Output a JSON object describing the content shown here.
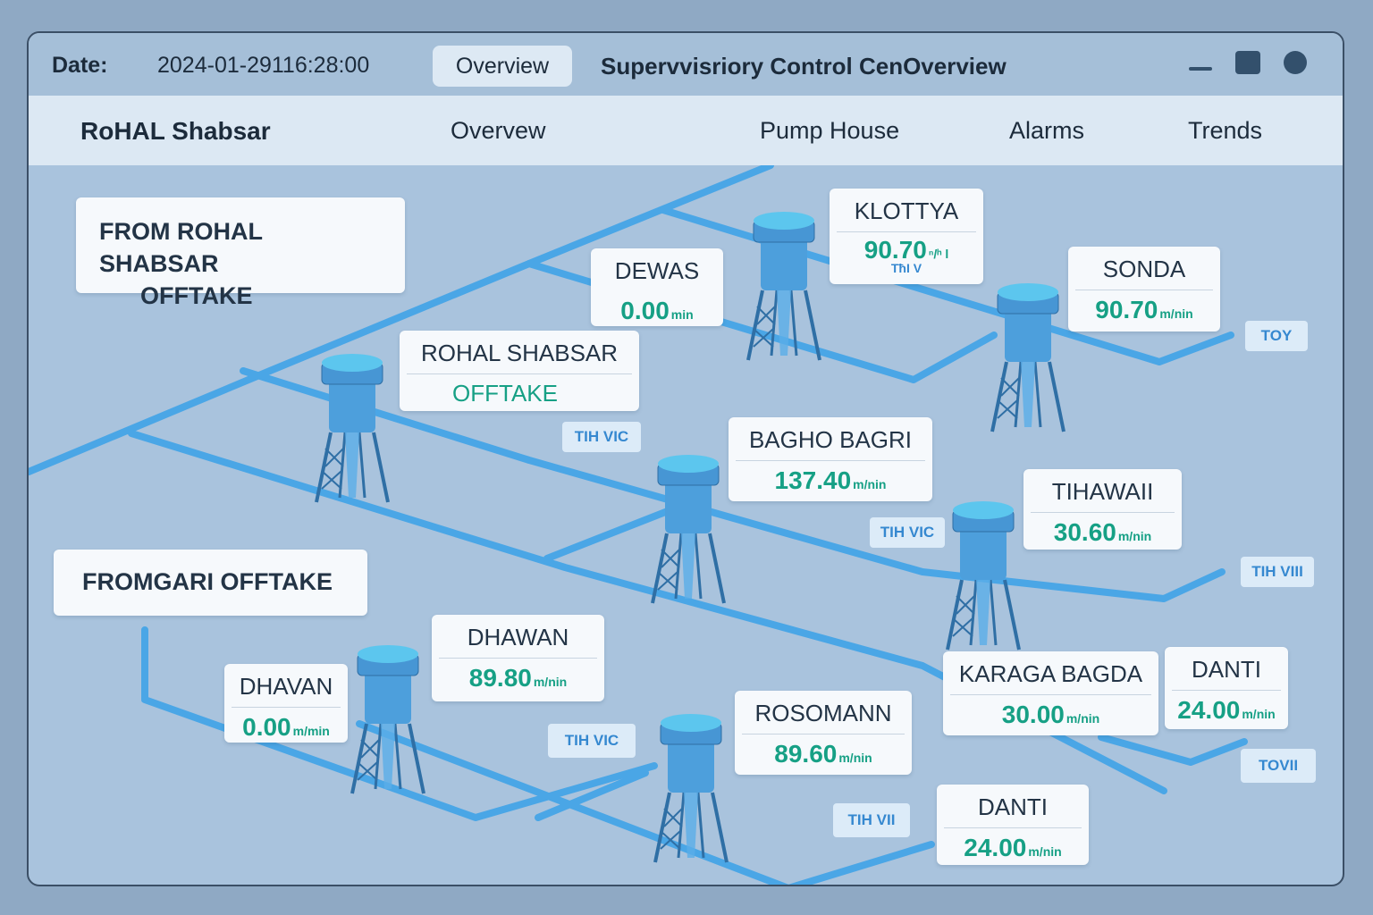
{
  "titlebar": {
    "date_label": "Date:",
    "date_value": "2024-01-29116:28:00",
    "tab_label": "Overview",
    "title": "Supervvisriory Control CenOverview"
  },
  "nav": {
    "brand": "RoHAL Shabsar",
    "items": [
      "Overvew",
      "Pump House",
      "Alarms",
      "Trends"
    ]
  },
  "sources": [
    {
      "line1": "FROM ROHAL SHABSAR",
      "line2": "OFFTAKE"
    },
    {
      "line1": "FROMGARI OFFTAKE",
      "line2": ""
    }
  ],
  "stations": [
    {
      "name": "DEWAS",
      "value": "0.00",
      "unit": "min"
    },
    {
      "name": "KLOTTYA",
      "value": "90.70",
      "unit": "ⁿ/ʰ l",
      "sub": "TħI V"
    },
    {
      "name": "SONDA",
      "value": "90.70",
      "unit": "m/nin"
    },
    {
      "name": "ROHAL SHABSAR",
      "value": "OFFTAKE",
      "unit": ""
    },
    {
      "name": "BAGHO BAGRI",
      "value": "137.40",
      "unit": "m/nin"
    },
    {
      "name": "TIHAWAII",
      "value": "30.60",
      "unit": "m/nin"
    },
    {
      "name": "DHAWAN",
      "value": "89.80",
      "unit": "m/nin"
    },
    {
      "name": "DHAVAN",
      "value": "0.00",
      "unit": "m/min"
    },
    {
      "name": "ROSOMANN",
      "value": "89.60",
      "unit": "m/nin"
    },
    {
      "name": "KARAGA BAGDA",
      "value": "30.00",
      "unit": "m/nin"
    },
    {
      "name": "DANTI",
      "value": "24.00",
      "unit": "m/nin"
    },
    {
      "name": "DANTI",
      "value": "24.00",
      "unit": "m/nin"
    }
  ],
  "tags": [
    "TOY",
    "TIH VIC",
    "TIH VIC",
    "TIH VIII",
    "TIH VIC",
    "TOVII",
    "TIH VII"
  ],
  "colors": {
    "pipe": "#4aa6e6",
    "tower": "#4d9fdc",
    "tower_top": "#5cc6ee",
    "value_green": "#16a085",
    "tag_text": "#3588d0"
  }
}
